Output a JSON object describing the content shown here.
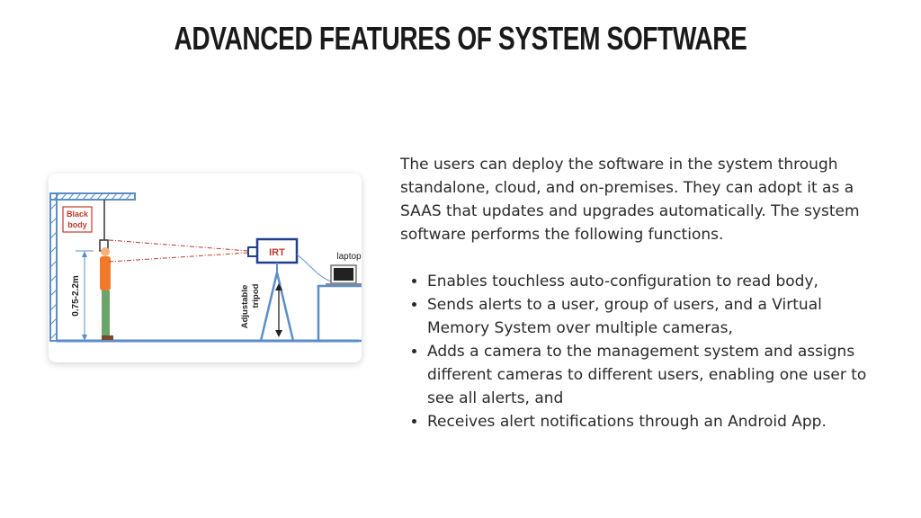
{
  "slide": {
    "title": "Advanced Features of System Software"
  },
  "figure": {
    "black_body_line1": "Black",
    "black_body_line2": "body",
    "irt_label": "IRT",
    "laptop_label": "laptop",
    "height_label": "0.75-2.2m",
    "tripod_line1": "Adjustable",
    "tripod_line2": "tripod",
    "colors": {
      "structure": "#5b8ec8",
      "beam": "#c0392b",
      "irt_box": "#1f3f8f",
      "person_shirt": "#f07a2a",
      "person_pants": "#6aa56a"
    }
  },
  "content": {
    "intro": "The users can deploy the software in the system through standalone, cloud, and on-premises. They can adopt it as a SAAS that updates and upgrades automatically. The system software performs the following functions.",
    "bullets": [
      "Enables touchless auto-configuration to read body,",
      "Sends alerts to a user, group of users, and a Virtual Memory System over multiple cameras,",
      "Adds a camera to the management system and assigns different cameras to different users, enabling one user to see all alerts, and",
      "Receives alert notifications through an Android App."
    ]
  }
}
